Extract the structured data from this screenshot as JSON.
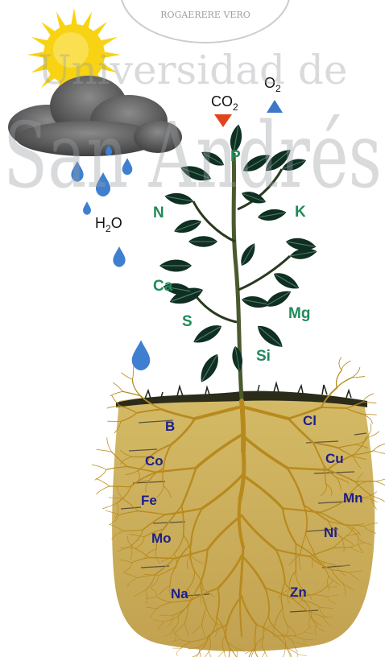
{
  "watermark": {
    "arc_text": "ROGAERERE VERO",
    "line1": "Universidad de",
    "line2": "San Andrés"
  },
  "gases": {
    "h2o_main": "H",
    "h2o_sub": "2",
    "h2o_tail": "O",
    "co2_main": "CO",
    "co2_sub": "2",
    "o2_main": "O",
    "o2_sub": "2"
  },
  "air_nutrients": {
    "p": "P",
    "n": "N",
    "k": "K",
    "ca": "Ca",
    "mg": "Mg",
    "s": "S",
    "si": "Si"
  },
  "soil_nutrients": {
    "b": "B",
    "cl": "Cl",
    "co": "Co",
    "cu": "Cu",
    "fe": "Fe",
    "mn": "Mn",
    "mo": "Mo",
    "ni": "Ni",
    "na": "Na",
    "zn": "Zn"
  },
  "colors": {
    "soil": "#c9ad5a",
    "root": "#b88a1e",
    "leaf": "#0f2f22",
    "cloud": "#5a5a5a",
    "sun": "#f7d313",
    "drop": "#3f7fd0",
    "co2_marker": "#e0441c",
    "o2_marker": "#3c78c8",
    "air_label": "#1f8a5a",
    "soil_label": "#1c1f8a"
  }
}
